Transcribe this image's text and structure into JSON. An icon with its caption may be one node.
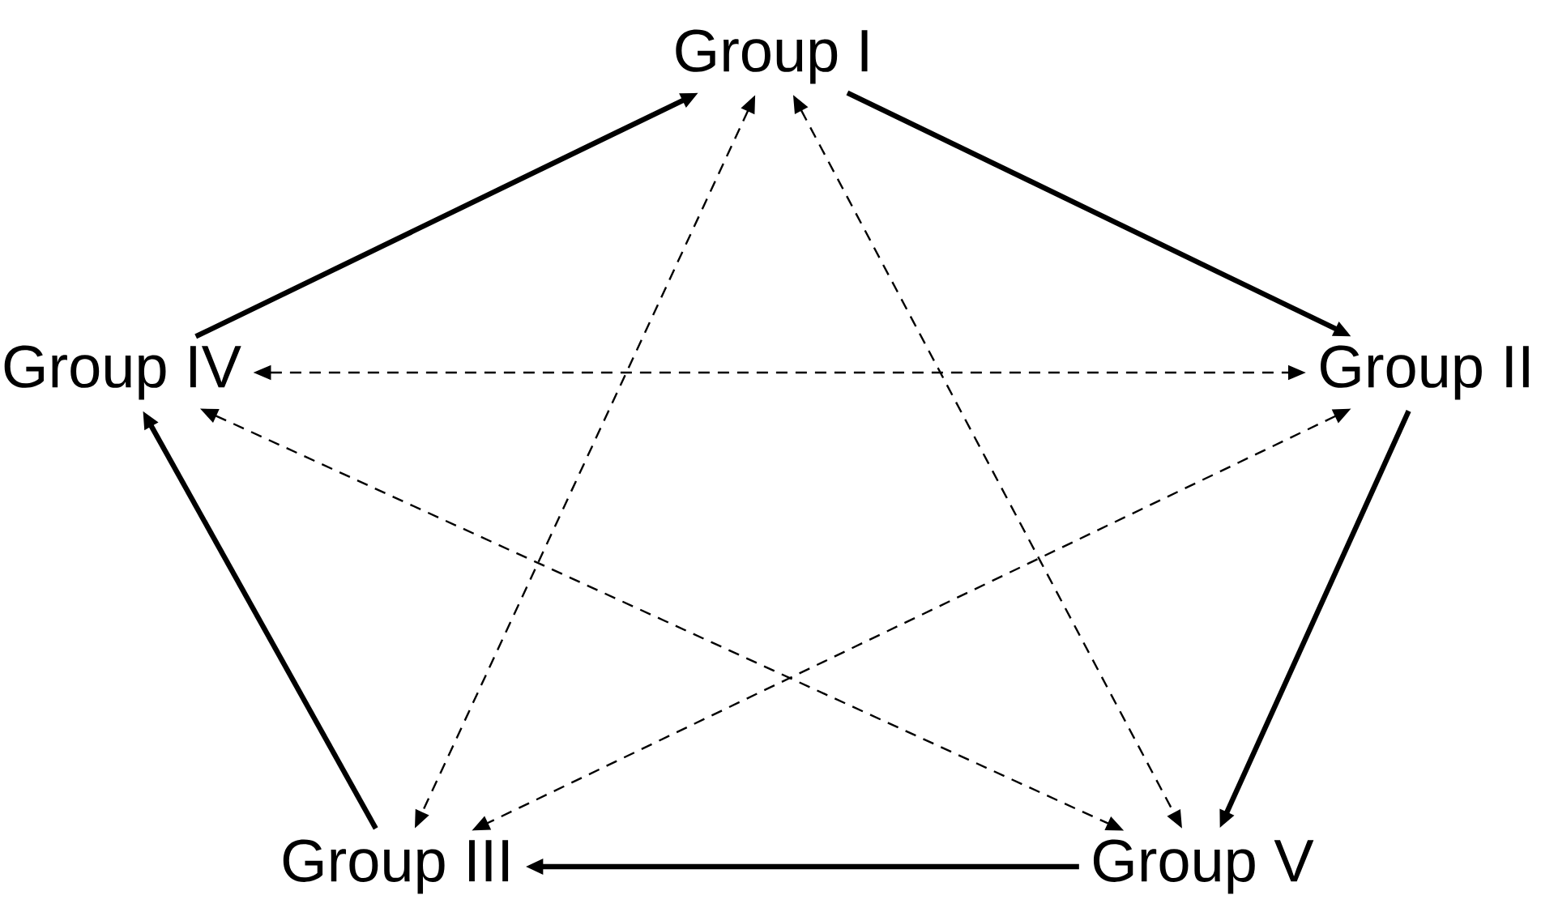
{
  "diagram": {
    "nodes": [
      {
        "text": [
          "Group I"
        ]
      },
      {
        "text": [
          "Group II"
        ]
      },
      {
        "text": [
          "Group III"
        ]
      },
      {
        "text": [
          "Group IV"
        ]
      },
      {
        "text": [
          "Group V"
        ]
      }
    ],
    "edges": [
      {
        "from": 3,
        "to": 0,
        "arrow": "to",
        "style": "thick"
      },
      {
        "from": 0,
        "to": 1,
        "arrow": "to",
        "style": "thick"
      },
      {
        "from": 1,
        "to": 4,
        "arrow": "to",
        "style": "thick"
      },
      {
        "from": 4,
        "to": 2,
        "arrow": "to",
        "style": "thick"
      },
      {
        "from": 2,
        "to": 3,
        "arrow": "to",
        "style": "thick"
      },
      {
        "from": 0,
        "to": 2,
        "arrow": "both",
        "style": "dashed"
      },
      {
        "from": 0,
        "to": 4,
        "arrow": "both",
        "style": "dashed"
      },
      {
        "from": 3,
        "to": 1,
        "arrow": "both",
        "style": "dashed"
      },
      {
        "from": 3,
        "to": 4,
        "arrow": "both",
        "style": "dashed"
      },
      {
        "from": 1,
        "to": 2,
        "arrow": "both",
        "style": "dashed"
      }
    ]
  }
}
